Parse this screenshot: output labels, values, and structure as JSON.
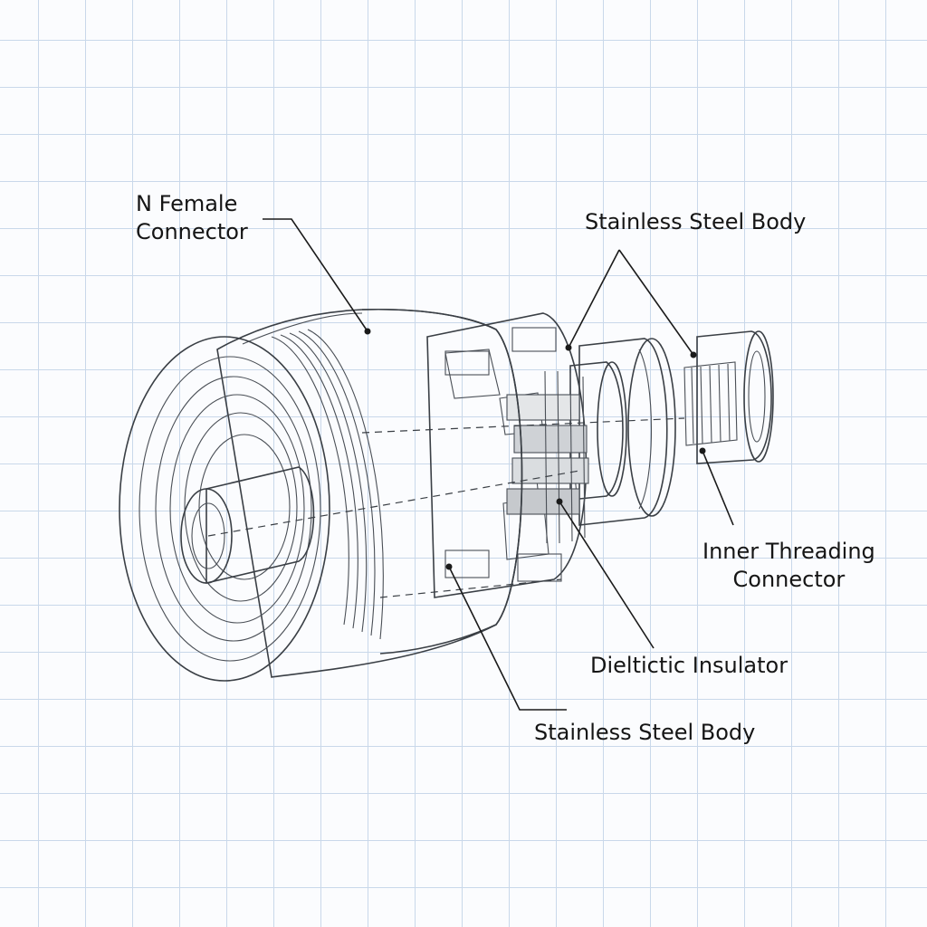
{
  "diagram": {
    "labels": {
      "n_female_line1": "N Female",
      "n_female_line2": "Connector",
      "stainless_top": "Stainless Steel Body",
      "inner_threading_line1": "Inner Threading",
      "inner_threading_line2": "Connector",
      "dielectric": "Dieltictic Insulator",
      "stainless_bottom": "Stainless Steel Body"
    },
    "colors": {
      "grid": "#c9d8ea",
      "steel": "#a7abb1",
      "insulator_blue": "#7f9fd6",
      "leader": "#1a1a1a"
    }
  }
}
